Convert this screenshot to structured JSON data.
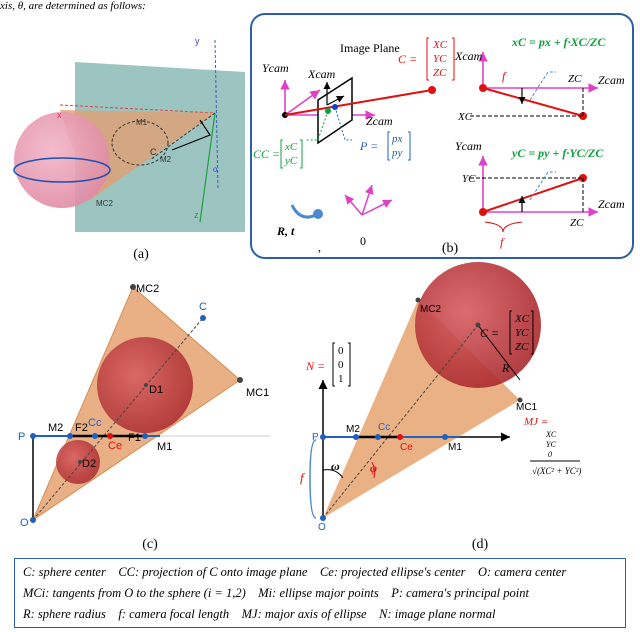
{
  "header_text": "xis, θ, are determined as follows:",
  "panels": {
    "a": {
      "caption": "(a)",
      "labels": {
        "x": "x",
        "y": "y",
        "z": "z",
        "c": "C",
        "m1": "M1",
        "m2": "M2",
        "mc2": "MC2",
        "o": "o"
      }
    },
    "b": {
      "caption": "(b)",
      "image_plane": "Image Plane",
      "ycam": "Ycam",
      "xcam": "Xcam",
      "zcam": "Zcam",
      "C_label": "C =",
      "C_vec": [
        "XC",
        "YC",
        "ZC"
      ],
      "Cc_label": "CC =",
      "Cc_vec": [
        "xC",
        "yC"
      ],
      "P_label": "P =",
      "P_vec": [
        "px",
        "py"
      ],
      "rt": "R, t",
      "zero": "0",
      "comma": ",",
      "eq_x": "xC = px + f·XC/ZC",
      "eq_y": "yC = py + f·YC/ZC",
      "f": "f",
      "XC": "XC",
      "YC": "YC",
      "ZC": "ZC"
    },
    "c": {
      "caption": "(c)",
      "labels": {
        "mc2": "MC2",
        "c": "C",
        "mc1": "MC1",
        "d1": "D1",
        "m2": "M2",
        "cc": "Cc",
        "p": "P",
        "f2": "F2",
        "ce": "Ce",
        "f1": "F1",
        "m1": "M1",
        "d2": "D2",
        "o": "O"
      }
    },
    "d": {
      "caption": "(d)",
      "N_label": "N =",
      "N_vec": [
        "0",
        "0",
        "1"
      ],
      "C_label": "C =",
      "C_vec": [
        "XC",
        "YC",
        "ZC"
      ],
      "R": "R",
      "mc2": "MC2",
      "mc1": "MC1",
      "MJ_label": "MJ =",
      "MJ_num": [
        "XC",
        "YC",
        "0"
      ],
      "MJ_den": "√(XC² + YC²)",
      "p": "P",
      "m2": "M2",
      "cc": "Cc",
      "ce": "Ce",
      "m1": "M1",
      "omega": "ω",
      "phi": "φ",
      "f": "f",
      "o": "O"
    }
  },
  "legend": {
    "row1": [
      "C: sphere center",
      "CC: projection of C onto image plane",
      "Ce: projected ellipse's center",
      "O: camera center"
    ],
    "row2": [
      "MCi: tangents from O to the sphere (i = 1,2)",
      "Mi: ellipse major points",
      "P: camera's principal point"
    ],
    "row3": [
      "R: sphere radius",
      "f: camera focal length",
      "MJ: major axis of ellipse",
      "N: image plane normal"
    ]
  },
  "colors": {
    "pink": "#e040c8",
    "red": "#e01010",
    "blue": "#2060c0",
    "green": "#10a040",
    "frame": "#2c5fa8",
    "cone": "#d9955a",
    "sphere": "#c8343a",
    "teal": "#8bbab6"
  }
}
